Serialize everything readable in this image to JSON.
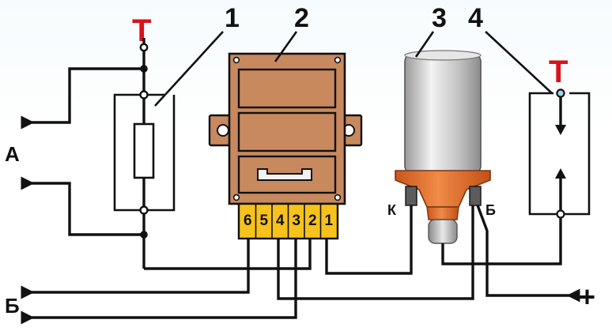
{
  "labels": {
    "callout_1": "1",
    "callout_2": "2",
    "callout_3": "3",
    "callout_4": "4",
    "side_a": "А",
    "side_b": "Б",
    "plus": "+",
    "coil_k": "К",
    "coil_b": "Б",
    "tee_left": "Т",
    "tee_right": "Т"
  },
  "connector_pins": [
    "6",
    "5",
    "4",
    "3",
    "2",
    "1"
  ],
  "colors": {
    "module_body": "#c8895e",
    "connector": "#f6c21b",
    "coil_cap": "#e46c2a",
    "coil_can": "#cfcfcf",
    "tee": "#d8121c",
    "wire": "#111111"
  }
}
